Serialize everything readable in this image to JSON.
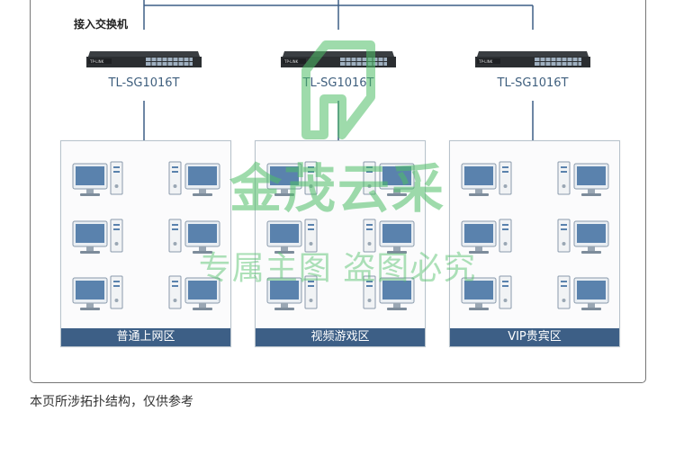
{
  "layer_label": "接入交换机",
  "switches": [
    {
      "model": "TL-SG1016T",
      "brand": "TP-LINK"
    },
    {
      "model": "TL-SG1016T",
      "brand": "TP-LINK"
    },
    {
      "model": "TL-SG1016T",
      "brand": "TP-LINK"
    }
  ],
  "zones": [
    {
      "name": "普通上网区"
    },
    {
      "name": "视频游戏区"
    },
    {
      "name": "VIP贵宾区"
    }
  ],
  "footnote": "本页所涉拓扑结构，仅供参考",
  "watermark": {
    "line1": "金茂云采",
    "line2": "专属主图  盗图必究"
  },
  "colors": {
    "line": "#3d5f86",
    "zone_bar": "#3d5f86",
    "switch_body": "#2d3033",
    "monitor_screen": "#5a82ad",
    "watermark": "#4fbf68"
  }
}
